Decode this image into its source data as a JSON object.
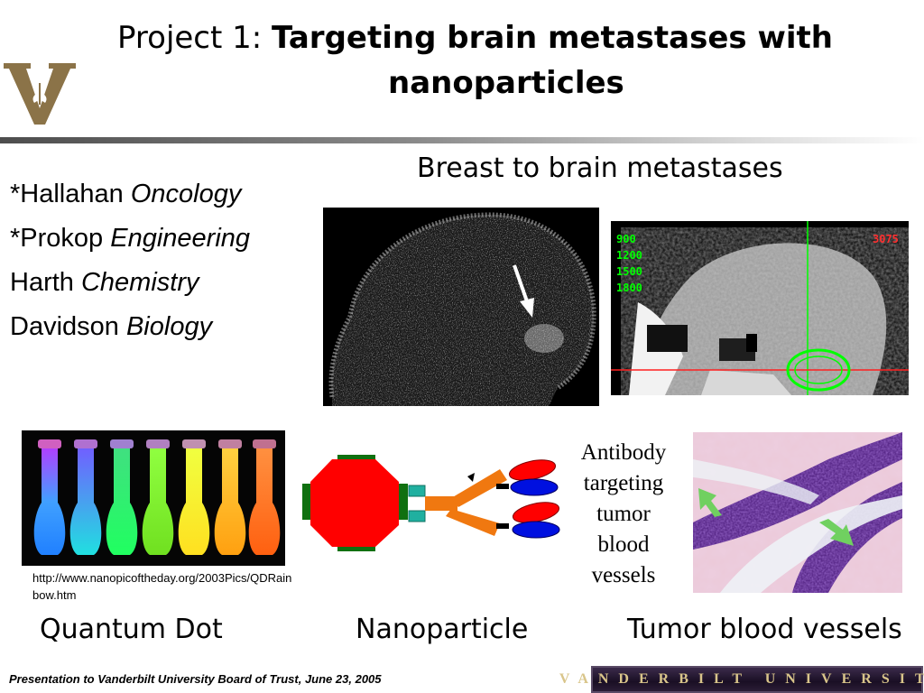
{
  "title": {
    "prefix": "Project 1:",
    "main": "Targeting brain metastases with",
    "line2": "nanoparticles"
  },
  "subtitle": "Breast to brain metastases",
  "team": [
    {
      "name": "*Hallahan",
      "dept": "Oncology"
    },
    {
      "name": "*Prokop",
      "dept": "Engineering"
    },
    {
      "name": "Harth",
      "dept": "Chemistry"
    },
    {
      "name": "Davidson",
      "dept": "Biology"
    }
  ],
  "scan_overlay": {
    "labels": [
      "900",
      "1200",
      "1500",
      "1800"
    ],
    "corner": "3075"
  },
  "qd_url": "http://www.nanopicoftheday.org/2003Pics/QDRainbow.htm",
  "antibody_text": [
    "Antibody",
    "targeting",
    "tumor",
    "blood",
    "vessels"
  ],
  "captions": {
    "quantum_dot": "Quantum Dot",
    "nanoparticle": "Nanoparticle",
    "tumor_vessels": "Tumor blood vessels"
  },
  "footer": "Presentation to Vanderbilt University Board of Trust, June 23, 2005",
  "banner": "VANDERBILT UNIVERSITY",
  "colors": {
    "logo_gold": "#8b7348",
    "particle_red": "#ff0000",
    "particle_green": "#107010",
    "linker_orange": "#f07810",
    "banner_gold": "#d9c58a"
  }
}
